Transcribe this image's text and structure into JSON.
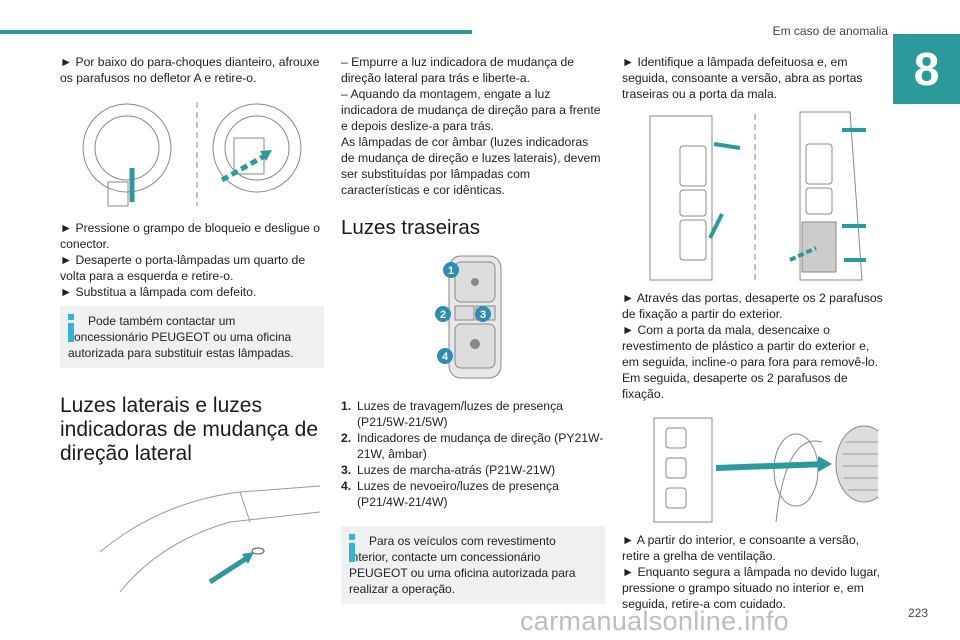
{
  "header": {
    "title": "Em caso de anomalia",
    "chapter": "8"
  },
  "col1": {
    "p1": "► Por baixo do para-choques dianteiro, afrouxe os parafusos no defletor A e retire-o.",
    "p2a": "► Pressione o grampo de bloqueio e desligue o conector.",
    "p2b": "► Desaperte o porta-lâmpadas um quarto de volta para a esquerda e retire-o.",
    "p2c": "► Substitua a lâmpada com defeito.",
    "info": "Pode também contactar um concessionário PEUGEOT ou uma oficina autorizada para substituir estas lâmpadas.",
    "heading": "Luzes laterais e luzes indicadoras de mudança de direção lateral"
  },
  "col2": {
    "p1": "– Empurre a luz indicadora de mudança de direção lateral para trás e liberte-a.",
    "p2": "– Aquando da montagem, engate a luz indicadora de mudança de direção para a frente e depois deslize-a para trás.",
    "p3": "As lâmpadas de cor âmbar (luzes indicadoras de mudança de direção e luzes laterais), devem ser substituídas por lâmpadas com características e cor idênticas.",
    "heading": "Luzes traseiras",
    "callouts": [
      "1",
      "2",
      "3",
      "4"
    ],
    "list": [
      {
        "num": "1.",
        "text": "Luzes de travagem/luzes de presença (P21/5W-21/5W)"
      },
      {
        "num": "2.",
        "text": "Indicadores de mudança de direção (PY21W-21W, âmbar)"
      },
      {
        "num": "3.",
        "text": "Luzes de marcha-atrás (P21W-21W)"
      },
      {
        "num": "4.",
        "text": "Luzes de nevoeiro/luzes de presença (P21/4W-21/4W)"
      }
    ],
    "info": "Para os veículos com revestimento interior, contacte um concessionário PEUGEOT ou uma oficina autorizada para realizar a operação."
  },
  "col3": {
    "p1": "► Identifique a lâmpada defeituosa e, em seguida, consoante a versão, abra as portas traseiras ou a porta da mala.",
    "p2a": "► Através das portas, desaperte os 2 parafusos de fixação a partir do exterior.",
    "p2b": "► Com a porta da mala, desencaixe o revestimento de plástico a partir do exterior e, em seguida, incline-o para fora para removê-lo. Em seguida, desaperte os 2 parafusos de fixação.",
    "p3a": "► A partir do interior, e consoante a versão, retire a grelha de ventilação.",
    "p3b": "► Enquanto segura a lâmpada no devido lugar, pressione o grampo situado no interior e, em seguida, retire-a com cuidado."
  },
  "footer": {
    "page": "223",
    "watermark": "carmanualsonline.info"
  },
  "colors": {
    "accent": "#2a9a9b",
    "info": "#2fb5d8",
    "callout": "#2b8fb5"
  }
}
